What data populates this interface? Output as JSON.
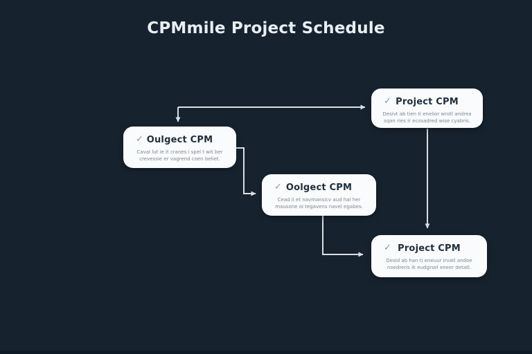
{
  "page": {
    "title": "CPMmile Project Schedule"
  },
  "icons": {
    "check": "✓"
  },
  "colors": {
    "background": "#16232f",
    "card_background": "#fafbfc",
    "card_title_text": "#1f2e3e",
    "card_body_text": "#7a8795",
    "connector": "#d9dfe5",
    "page_title_text": "#e9eef3",
    "check_icon": "#8b97a2"
  },
  "nodes": [
    {
      "name": "node-left",
      "title": "Oulgect CPM",
      "body1": "Caval lut ie it cranes i spel t wit ber",
      "body2": "crevessie er vagrend coen beliet."
    },
    {
      "name": "node-top-right",
      "title": "Project CPM",
      "body1": "Desivt ab tien ti enelior wrotl andrea",
      "body2": "sqan ries ir ecosadred wise cyabris."
    },
    {
      "name": "node-middle",
      "title": "Oolgect CPM",
      "body1": "Cead il et navmansicv aud hal her",
      "body2": "mausone oi tegavens navel egabes."
    },
    {
      "name": "node-bottom-right",
      "title": "Project CPM",
      "body1": "Desid ab han ti eneuur irvatl andoe",
      "body2": "noedreris ik eudgrsel eneer detatl."
    }
  ]
}
